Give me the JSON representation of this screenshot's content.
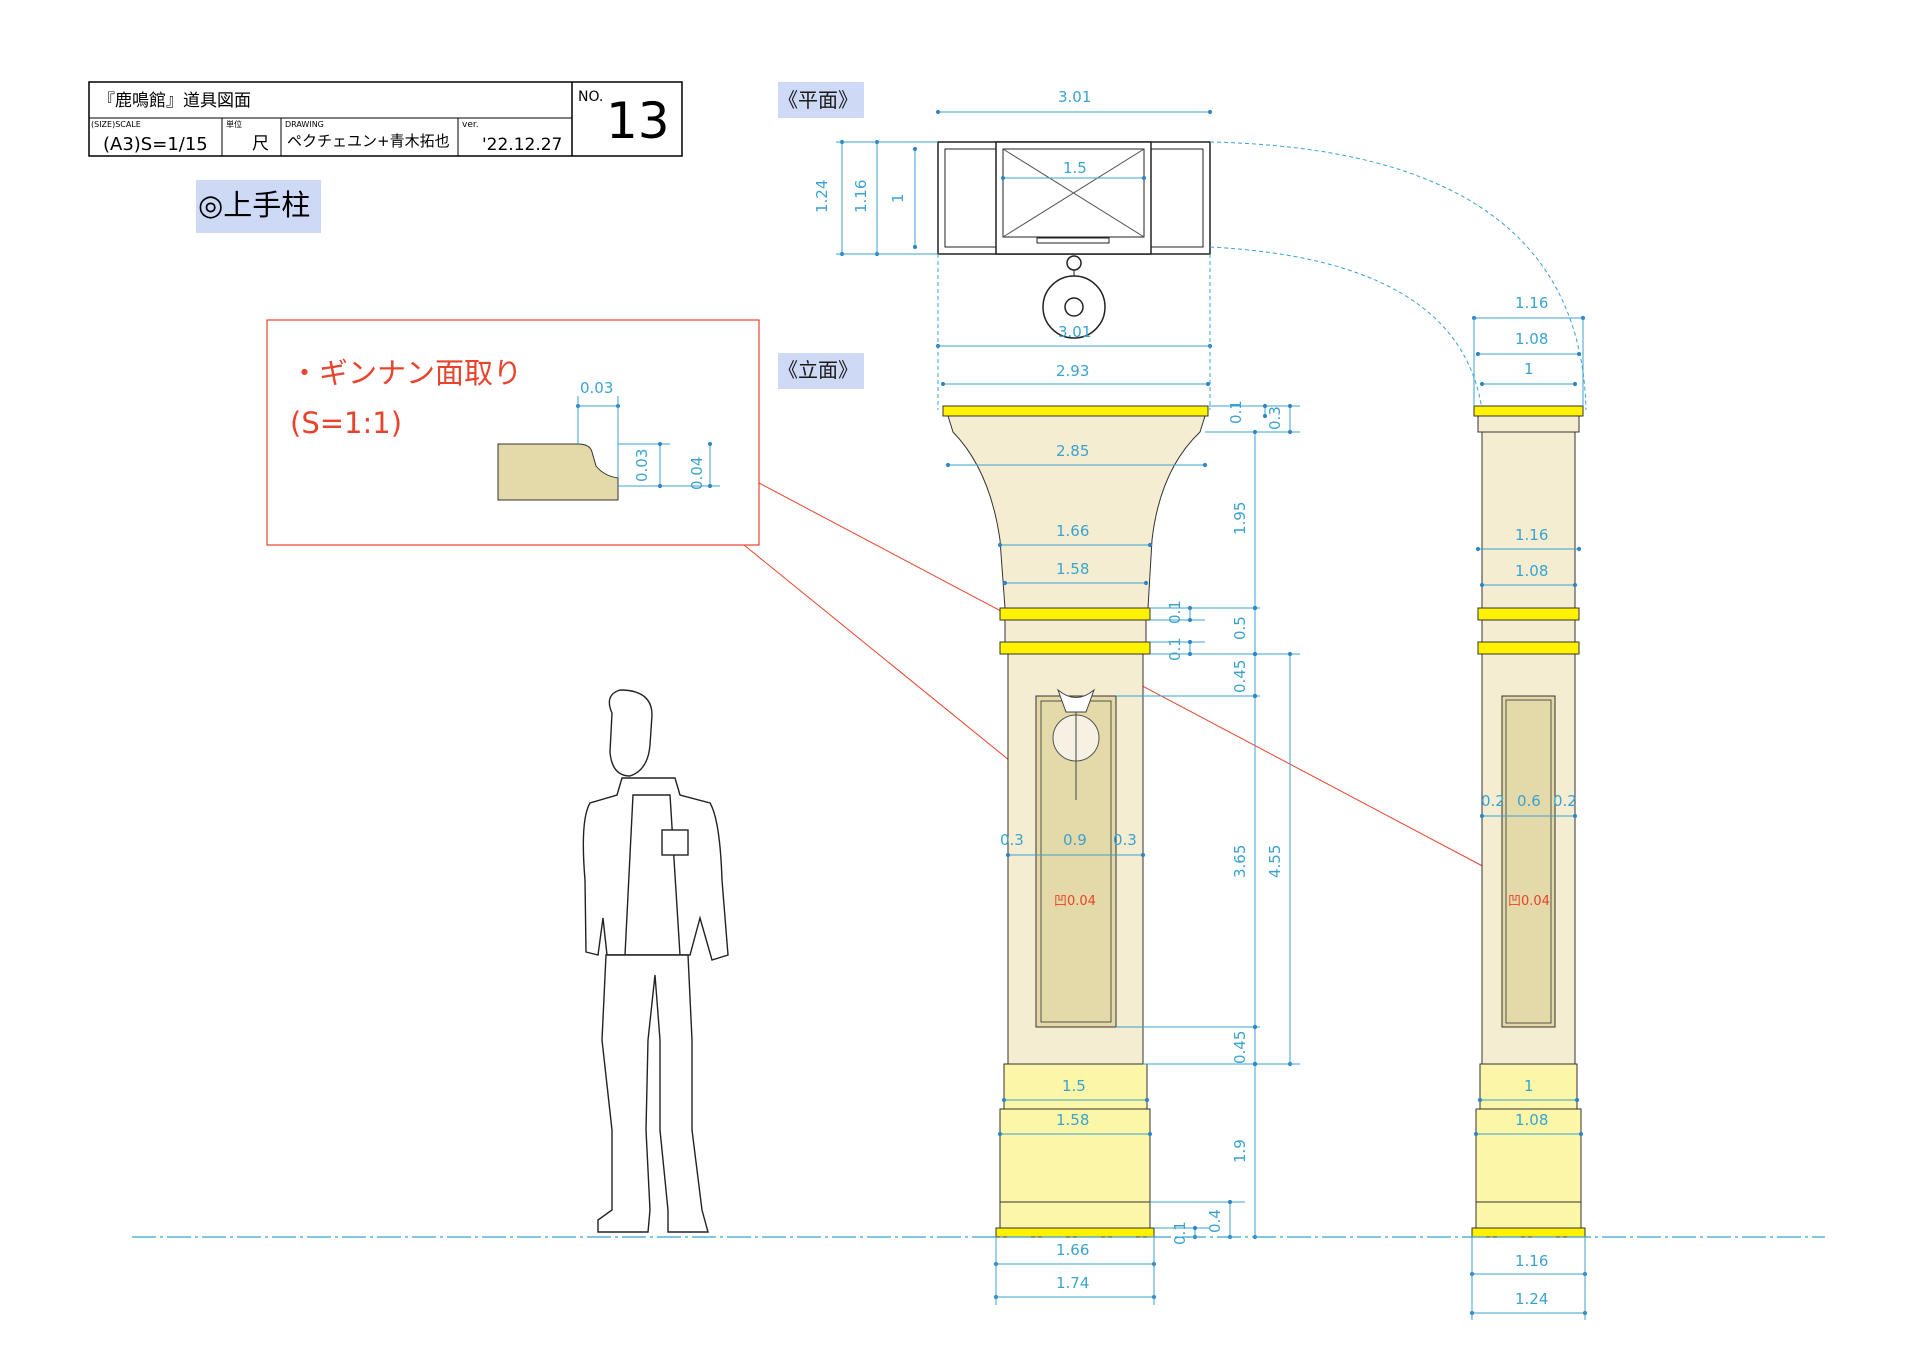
{
  "title_block": {
    "title": "『鹿鳴館』道具図面",
    "no_label": "NO.",
    "no": "13",
    "scale_header": "(SIZE)SCALE",
    "scale": "(A3)S=1/15",
    "unit_header": "単位",
    "unit": "尺",
    "drawing_header": "DRAWING",
    "drawing": "ペクチェユン+青木拓也",
    "ver_header": "ver.",
    "ver": "'22.12.27"
  },
  "heading": "◎上手柱",
  "views": {
    "plan": "《平面》",
    "elevation": "《立面》"
  },
  "detail": {
    "title": "・ギンナン面取り",
    "scale": "(S=1:1)",
    "d1": "0.03",
    "d2": "0.03",
    "d3": "0.04"
  },
  "plan_dims": {
    "w_top": "3.01",
    "w_bottom": "3.01",
    "inner": "1.5",
    "d1": "1.24",
    "d2": "1.16",
    "d3": "1"
  },
  "front_dims": {
    "top": "2.93",
    "cap": "2.85",
    "neck1": "1.66",
    "neck2": "1.58",
    "left3": "0.3",
    "mid9": "0.9",
    "right3": "0.3",
    "recess": "凹0.04",
    "base1": "1.5",
    "base2": "1.58",
    "foot1": "1.66",
    "foot2": "1.74",
    "v01a": "0.1",
    "v03": "0.3",
    "v195": "1.95",
    "v01b": "0.1",
    "v01c": "0.1",
    "v05": "0.5",
    "v045a": "0.45",
    "v365": "3.65",
    "v455": "4.55",
    "v045b": "0.45",
    "v19": "1.9",
    "v01d": "0.1",
    "v04": "0.4"
  },
  "side_dims": {
    "s116a": "1.16",
    "s108a": "1.08",
    "s1a": "1",
    "s116b": "1.16",
    "s108b": "1.08",
    "s02a": "0.2",
    "s06": "0.6",
    "s02b": "0.2",
    "recess": "凹0.04",
    "s1b": "1",
    "s108c": "1.08",
    "s116c": "1.16",
    "s124": "1.24"
  },
  "colors": {
    "dimension": "#3aa3d0",
    "callout": "#e8432c",
    "column": "#f4edd2",
    "panel": "#e4d9a8",
    "molding": "#fbf6a8",
    "band": "#fff200",
    "tag_bg": "#cdd9f5"
  }
}
